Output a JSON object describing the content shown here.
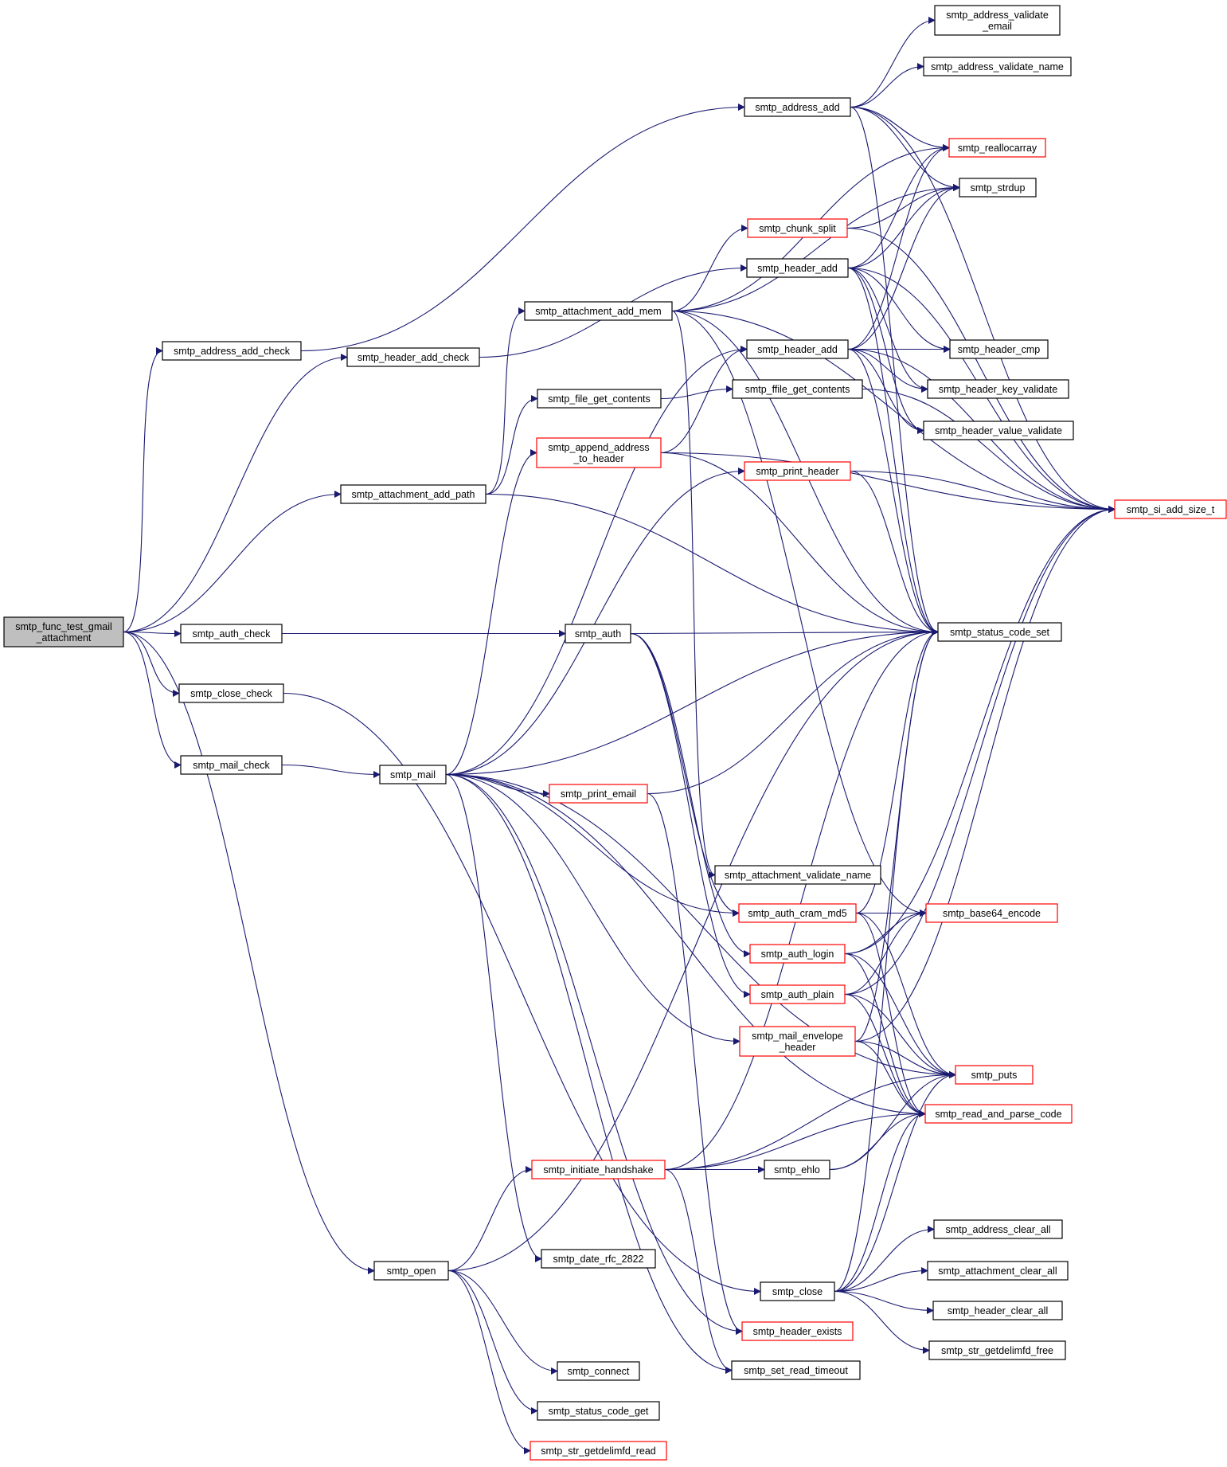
{
  "colors": {
    "edge": "#191970",
    "border_black": "#000000",
    "border_red": "#ff0000",
    "root_fill": "#bfbfbf",
    "node_fill": "#ffffff"
  },
  "nodes": [
    {
      "id": "root",
      "lines": [
        "smtp_func_test_gmail",
        "_attachment"
      ],
      "style": "root"
    },
    {
      "id": "address_add_check",
      "lines": [
        "smtp_address_add_check"
      ],
      "style": "black"
    },
    {
      "id": "header_add_check",
      "lines": [
        "smtp_header_add_check"
      ],
      "style": "black"
    },
    {
      "id": "attachment_add_path",
      "lines": [
        "smtp_attachment_add_path"
      ],
      "style": "black"
    },
    {
      "id": "auth_check",
      "lines": [
        "smtp_auth_check"
      ],
      "style": "black"
    },
    {
      "id": "close_check",
      "lines": [
        "smtp_close_check"
      ],
      "style": "black"
    },
    {
      "id": "mail_check",
      "lines": [
        "smtp_mail_check"
      ],
      "style": "black"
    },
    {
      "id": "mail",
      "lines": [
        "smtp_mail"
      ],
      "style": "black"
    },
    {
      "id": "open",
      "lines": [
        "smtp_open"
      ],
      "style": "black"
    },
    {
      "id": "attachment_add_mem",
      "lines": [
        "smtp_attachment_add_mem"
      ],
      "style": "black"
    },
    {
      "id": "file_get_contents",
      "lines": [
        "smtp_file_get_contents"
      ],
      "style": "black"
    },
    {
      "id": "append_address",
      "lines": [
        "smtp_append_address",
        "_to_header"
      ],
      "style": "red"
    },
    {
      "id": "auth",
      "lines": [
        "smtp_auth"
      ],
      "style": "black"
    },
    {
      "id": "print_email",
      "lines": [
        "smtp_print_email"
      ],
      "style": "red"
    },
    {
      "id": "initiate_handshake",
      "lines": [
        "smtp_initiate_handshake"
      ],
      "style": "red"
    },
    {
      "id": "date_rfc_2822",
      "lines": [
        "smtp_date_rfc_2822"
      ],
      "style": "black"
    },
    {
      "id": "connect",
      "lines": [
        "smtp_connect"
      ],
      "style": "black"
    },
    {
      "id": "status_code_get",
      "lines": [
        "smtp_status_code_get"
      ],
      "style": "black"
    },
    {
      "id": "str_getdelimfd_read",
      "lines": [
        "smtp_str_getdelimfd_read"
      ],
      "style": "red"
    },
    {
      "id": "address_add",
      "lines": [
        "smtp_address_add"
      ],
      "style": "black"
    },
    {
      "id": "chunk_split",
      "lines": [
        "smtp_chunk_split"
      ],
      "style": "red"
    },
    {
      "id": "header_add_1",
      "lines": [
        "smtp_header_add"
      ],
      "style": "black"
    },
    {
      "id": "header_add_2",
      "lines": [
        "smtp_header_add"
      ],
      "style": "black"
    },
    {
      "id": "ffile_get_contents",
      "lines": [
        "smtp_ffile_get_contents"
      ],
      "style": "black"
    },
    {
      "id": "print_header",
      "lines": [
        "smtp_print_header"
      ],
      "style": "red"
    },
    {
      "id": "attachment_validate_name",
      "lines": [
        "smtp_attachment_validate_name"
      ],
      "style": "black"
    },
    {
      "id": "auth_cram_md5",
      "lines": [
        "smtp_auth_cram_md5"
      ],
      "style": "red"
    },
    {
      "id": "auth_login",
      "lines": [
        "smtp_auth_login"
      ],
      "style": "red"
    },
    {
      "id": "auth_plain",
      "lines": [
        "smtp_auth_plain"
      ],
      "style": "red"
    },
    {
      "id": "mail_envelope_header",
      "lines": [
        "smtp_mail_envelope",
        "_header"
      ],
      "style": "red"
    },
    {
      "id": "ehlo",
      "lines": [
        "smtp_ehlo"
      ],
      "style": "black"
    },
    {
      "id": "close",
      "lines": [
        "smtp_close"
      ],
      "style": "black"
    },
    {
      "id": "header_exists",
      "lines": [
        "smtp_header_exists"
      ],
      "style": "red"
    },
    {
      "id": "set_read_timeout",
      "lines": [
        "smtp_set_read_timeout"
      ],
      "style": "black"
    },
    {
      "id": "address_validate_email",
      "lines": [
        "smtp_address_validate",
        "_email"
      ],
      "style": "black"
    },
    {
      "id": "address_validate_name",
      "lines": [
        "smtp_address_validate_name"
      ],
      "style": "black"
    },
    {
      "id": "reallocarray",
      "lines": [
        "smtp_reallocarray"
      ],
      "style": "red"
    },
    {
      "id": "strdup",
      "lines": [
        "smtp_strdup"
      ],
      "style": "black"
    },
    {
      "id": "header_cmp",
      "lines": [
        "smtp_header_cmp"
      ],
      "style": "black"
    },
    {
      "id": "header_key_validate",
      "lines": [
        "smtp_header_key_validate"
      ],
      "style": "black"
    },
    {
      "id": "header_value_validate",
      "lines": [
        "smtp_header_value_validate"
      ],
      "style": "black"
    },
    {
      "id": "si_add_size_t",
      "lines": [
        "smtp_si_add_size_t"
      ],
      "style": "red"
    },
    {
      "id": "status_code_set",
      "lines": [
        "smtp_status_code_set"
      ],
      "style": "black"
    },
    {
      "id": "base64_encode",
      "lines": [
        "smtp_base64_encode"
      ],
      "style": "red"
    },
    {
      "id": "puts",
      "lines": [
        "smtp_puts"
      ],
      "style": "red"
    },
    {
      "id": "read_and_parse_code",
      "lines": [
        "smtp_read_and_parse_code"
      ],
      "style": "red"
    },
    {
      "id": "address_clear_all",
      "lines": [
        "smtp_address_clear_all"
      ],
      "style": "black"
    },
    {
      "id": "attachment_clear_all",
      "lines": [
        "smtp_attachment_clear_all"
      ],
      "style": "black"
    },
    {
      "id": "header_clear_all",
      "lines": [
        "smtp_header_clear_all"
      ],
      "style": "black"
    },
    {
      "id": "str_getdelimfd_free",
      "lines": [
        "smtp_str_getdelimfd_free"
      ],
      "style": "black"
    }
  ],
  "edges": [
    [
      "root",
      "address_add_check"
    ],
    [
      "root",
      "header_add_check"
    ],
    [
      "root",
      "attachment_add_path"
    ],
    [
      "root",
      "auth_check"
    ],
    [
      "root",
      "close_check"
    ],
    [
      "root",
      "mail_check"
    ],
    [
      "root",
      "open"
    ],
    [
      "address_add_check",
      "address_add"
    ],
    [
      "header_add_check",
      "header_add_1"
    ],
    [
      "attachment_add_path",
      "attachment_add_mem"
    ],
    [
      "attachment_add_path",
      "file_get_contents"
    ],
    [
      "attachment_add_path",
      "status_code_set"
    ],
    [
      "auth_check",
      "auth"
    ],
    [
      "close_check",
      "close"
    ],
    [
      "mail_check",
      "mail"
    ],
    [
      "mail",
      "append_address"
    ],
    [
      "mail",
      "header_add_2"
    ],
    [
      "mail",
      "print_header"
    ],
    [
      "mail",
      "status_code_set"
    ],
    [
      "mail",
      "auth_cram_md5"
    ],
    [
      "mail",
      "print_email"
    ],
    [
      "mail",
      "mail_envelope_header"
    ],
    [
      "mail",
      "puts"
    ],
    [
      "mail",
      "read_and_parse_code"
    ],
    [
      "mail",
      "date_rfc_2822"
    ],
    [
      "mail",
      "header_exists"
    ],
    [
      "mail",
      "set_read_timeout"
    ],
    [
      "open",
      "initiate_handshake"
    ],
    [
      "open",
      "status_code_set"
    ],
    [
      "open",
      "connect"
    ],
    [
      "open",
      "status_code_get"
    ],
    [
      "open",
      "str_getdelimfd_read"
    ],
    [
      "attachment_add_mem",
      "chunk_split"
    ],
    [
      "attachment_add_mem",
      "reallocarray"
    ],
    [
      "attachment_add_mem",
      "strdup"
    ],
    [
      "attachment_add_mem",
      "si_add_size_t"
    ],
    [
      "attachment_add_mem",
      "status_code_set"
    ],
    [
      "attachment_add_mem",
      "base64_encode"
    ],
    [
      "attachment_add_mem",
      "attachment_validate_name"
    ],
    [
      "file_get_contents",
      "ffile_get_contents"
    ],
    [
      "append_address",
      "header_add_2"
    ],
    [
      "append_address",
      "si_add_size_t"
    ],
    [
      "append_address",
      "status_code_set"
    ],
    [
      "auth",
      "status_code_set"
    ],
    [
      "auth",
      "auth_cram_md5"
    ],
    [
      "auth",
      "auth_login"
    ],
    [
      "auth",
      "auth_plain"
    ],
    [
      "print_email",
      "status_code_set"
    ],
    [
      "print_email",
      "header_exists"
    ],
    [
      "initiate_handshake",
      "ehlo"
    ],
    [
      "initiate_handshake",
      "puts"
    ],
    [
      "initiate_handshake",
      "read_and_parse_code"
    ],
    [
      "initiate_handshake",
      "status_code_set"
    ],
    [
      "initiate_handshake",
      "set_read_timeout"
    ],
    [
      "address_add",
      "address_validate_email"
    ],
    [
      "address_add",
      "address_validate_name"
    ],
    [
      "address_add",
      "reallocarray"
    ],
    [
      "address_add",
      "strdup"
    ],
    [
      "address_add",
      "si_add_size_t"
    ],
    [
      "address_add",
      "status_code_set"
    ],
    [
      "chunk_split",
      "strdup"
    ],
    [
      "chunk_split",
      "si_add_size_t"
    ],
    [
      "header_add_1",
      "strdup"
    ],
    [
      "header_add_1",
      "reallocarray"
    ],
    [
      "header_add_1",
      "header_cmp"
    ],
    [
      "header_add_1",
      "header_key_validate"
    ],
    [
      "header_add_1",
      "header_value_validate"
    ],
    [
      "header_add_1",
      "si_add_size_t"
    ],
    [
      "header_add_1",
      "status_code_set"
    ],
    [
      "header_add_2",
      "header_cmp"
    ],
    [
      "header_add_2",
      "header_key_validate"
    ],
    [
      "header_add_2",
      "header_value_validate"
    ],
    [
      "header_add_2",
      "reallocarray"
    ],
    [
      "header_add_2",
      "strdup"
    ],
    [
      "header_add_2",
      "si_add_size_t"
    ],
    [
      "header_add_2",
      "status_code_set"
    ],
    [
      "ffile_get_contents",
      "si_add_size_t"
    ],
    [
      "print_header",
      "si_add_size_t"
    ],
    [
      "print_header",
      "status_code_set"
    ],
    [
      "auth_cram_md5",
      "base64_encode"
    ],
    [
      "auth_cram_md5",
      "status_code_set"
    ],
    [
      "auth_cram_md5",
      "puts"
    ],
    [
      "auth_cram_md5",
      "read_and_parse_code"
    ],
    [
      "auth_login",
      "base64_encode"
    ],
    [
      "auth_login",
      "si_add_size_t"
    ],
    [
      "auth_login",
      "puts"
    ],
    [
      "auth_login",
      "read_and_parse_code"
    ],
    [
      "auth_plain",
      "base64_encode"
    ],
    [
      "auth_plain",
      "si_add_size_t"
    ],
    [
      "auth_plain",
      "puts"
    ],
    [
      "auth_plain",
      "read_and_parse_code"
    ],
    [
      "mail_envelope_header",
      "si_add_size_t"
    ],
    [
      "mail_envelope_header",
      "puts"
    ],
    [
      "mail_envelope_header",
      "read_and_parse_code"
    ],
    [
      "mail_envelope_header",
      "status_code_set"
    ],
    [
      "ehlo",
      "puts"
    ],
    [
      "ehlo",
      "read_and_parse_code"
    ],
    [
      "close",
      "address_clear_all"
    ],
    [
      "close",
      "attachment_clear_all"
    ],
    [
      "close",
      "header_clear_all"
    ],
    [
      "close",
      "str_getdelimfd_free"
    ],
    [
      "close",
      "puts"
    ],
    [
      "close",
      "read_and_parse_code"
    ],
    [
      "close",
      "status_code_set"
    ]
  ]
}
